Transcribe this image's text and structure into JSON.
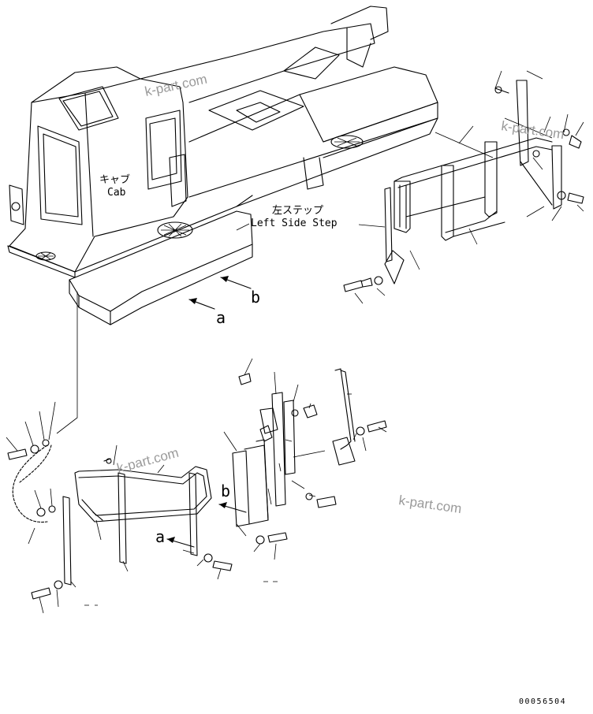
{
  "labels": {
    "cab_jp": "キャブ",
    "cab_en": "Cab",
    "step_jp": "左ステップ",
    "step_en": "Left Side Step",
    "view_a_top": "a",
    "view_b_top": "b",
    "view_a_bottom": "a",
    "view_b_bottom": "b"
  },
  "watermarks": [
    "k-part.com",
    "k-part.com",
    "k-part.com",
    "k-part.com"
  ],
  "figure_code": "00056504"
}
